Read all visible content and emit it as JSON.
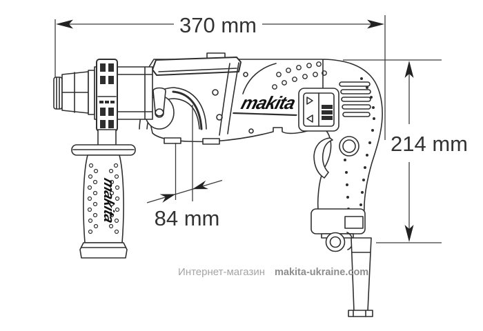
{
  "diagram": {
    "subject": "rotary-hammer-drill-side-view",
    "dimensions": {
      "width_label": "370 mm",
      "height_label": "214 mm",
      "offset_label": "84 mm"
    },
    "body_logo": "makita",
    "handle_logo": "makita"
  },
  "watermark": {
    "shop_text": "Интернет-магазин",
    "site_text": "makita-ukraine.com"
  },
  "colors": {
    "background": "#ffffff",
    "line": "#2e2e2e",
    "dimension": "#333333",
    "watermark_shop": "#a5a5a5",
    "watermark_site": "#8d8d8d"
  }
}
